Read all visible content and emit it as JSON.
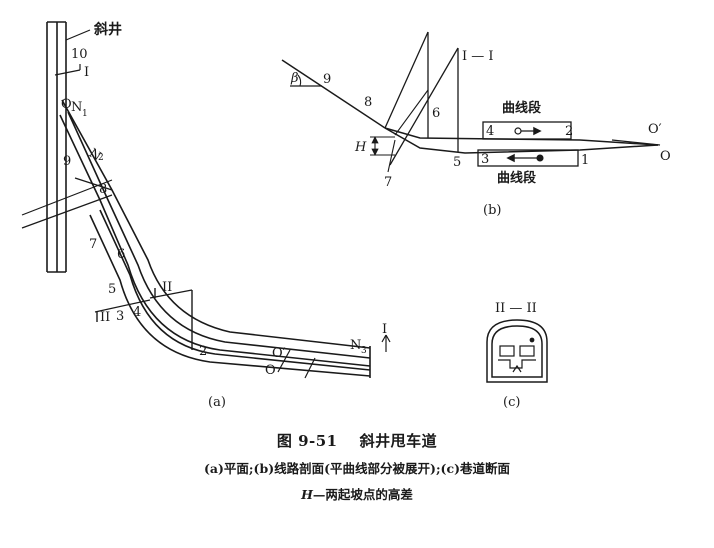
{
  "panel_a": {
    "label": "(a)",
    "shaft_label": "斜井",
    "numbers": {
      "n10": "10",
      "n9": "9",
      "n8": "8",
      "n7": "7",
      "n6": "6",
      "n5": "5",
      "n4": "4",
      "n3": "3",
      "n2": "2"
    },
    "nodes": {
      "o": "O",
      "n1": "N",
      "n1_sub": "1",
      "n2": "N",
      "n2_sub": "2",
      "n3": "N",
      "n3_sub": "3",
      "o_prime": "O′",
      "o_bottom": "O"
    },
    "section_marks": {
      "I_top": "I",
      "II_upper": "II",
      "II_lower": "II",
      "I_right": "I"
    }
  },
  "panel_b": {
    "label": "(b)",
    "section_title": "I — I",
    "beta": "β",
    "numbers": {
      "n9": "9",
      "n8": "8",
      "n7": "7",
      "n6": "6",
      "n5": "5",
      "n4": "4",
      "n3": "3",
      "n2": "2",
      "n1": "1"
    },
    "curve_label_top": "曲线段",
    "curve_label_bottom": "曲线段",
    "H": "H",
    "o_prime": "O′",
    "o": "O"
  },
  "panel_c": {
    "label": "(c)",
    "section_title": "II — II"
  },
  "caption": {
    "fig_no": "图 9-51",
    "title": "斜井甩车道",
    "line2": "(a)平面;(b)线路剖面(平曲线部分被展开);(c)巷道断面",
    "line3_var": "H",
    "line3_text": "—两起坡点的高差"
  },
  "colors": {
    "ink": "#1a1a1a",
    "paper": "#ffffff"
  }
}
